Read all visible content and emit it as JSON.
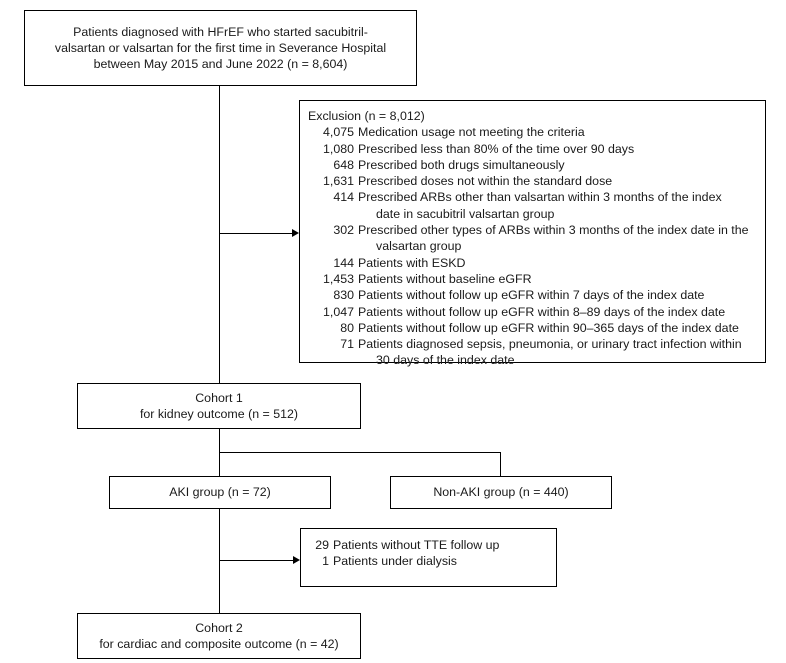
{
  "diagram": {
    "title": "Study cohort selection flow diagram",
    "source_box": {
      "lines": [
        "Patients diagnosed with HFrEF who started sacubitril-",
        "valsartan or valsartan for the first time in Severance Hospital",
        "between May 2015 and June 2022 (n = 8,604)"
      ]
    },
    "exclusion_box": {
      "title": "Exclusion (n = 8,012)",
      "items": [
        {
          "count": "4,075",
          "text": "Medication usage not meeting the criteria",
          "continuation": ""
        },
        {
          "count": "1,080",
          "text": "Prescribed less than 80% of the time over 90 days",
          "continuation": ""
        },
        {
          "count": "648",
          "text": "Prescribed both drugs simultaneously",
          "continuation": ""
        },
        {
          "count": "1,631",
          "text": "Prescribed doses not within the standard dose",
          "continuation": ""
        },
        {
          "count": "414",
          "text": "Prescribed ARBs other than valsartan within 3 months of the index",
          "continuation": "date in sacubitril valsartan group"
        },
        {
          "count": "302",
          "text": "Prescribed other types of ARBs within 3 months of the index date in the",
          "continuation": "valsartan group"
        },
        {
          "count": "144",
          "text": "Patients with ESKD",
          "continuation": ""
        },
        {
          "count": "1,453",
          "text": "Patients without baseline eGFR",
          "continuation": ""
        },
        {
          "count": "830",
          "text": "Patients without follow up eGFR within 7 days of the index date",
          "continuation": ""
        },
        {
          "count": "1,047",
          "text": "Patients without follow up eGFR within 8–89 days of the index date",
          "continuation": ""
        },
        {
          "count": "80",
          "text": "Patients without follow up eGFR within 90–365 days of the index date",
          "continuation": ""
        },
        {
          "count": "71",
          "text": "Patients diagnosed sepsis, pneumonia, or urinary tract infection within",
          "continuation": "30 days of the index date"
        }
      ]
    },
    "cohort1_box": {
      "line1": "Cohort 1",
      "line2": "for kidney outcome (n = 512)"
    },
    "aki_box": {
      "label": "AKI group (n = 72)"
    },
    "nonaki_box": {
      "label": "Non-AKI group (n = 440)"
    },
    "tte_exclusion_box": {
      "items": [
        {
          "count": "29",
          "text": "Patients without TTE follow up"
        },
        {
          "count": "1",
          "text": "Patients under dialysis"
        }
      ]
    },
    "cohort2_box": {
      "line1": "Cohort 2",
      "line2": "for cardiac and composite outcome (n = 42)"
    },
    "colors": {
      "stroke": "#000000",
      "text": "#1a1a1a",
      "background": "#ffffff"
    }
  }
}
